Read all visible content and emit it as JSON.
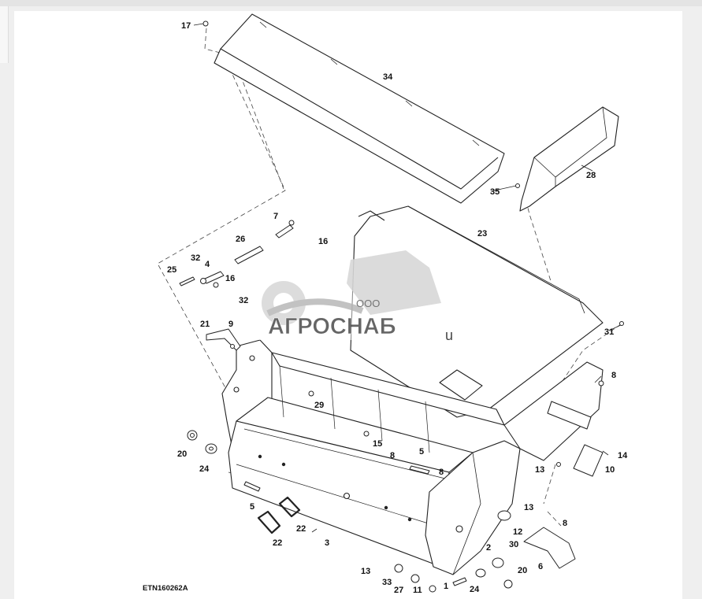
{
  "figure_id": "ETN160262A",
  "watermark": {
    "company_prefix": "ООО",
    "company_name": "АГРОСНАБ",
    "suffix": "u"
  },
  "callouts": [
    {
      "id": "c17a",
      "label": "17"
    },
    {
      "id": "c34",
      "label": "34"
    },
    {
      "id": "c28",
      "label": "28"
    },
    {
      "id": "c35",
      "label": "35"
    },
    {
      "id": "c23",
      "label": "23"
    },
    {
      "id": "c7",
      "label": "7"
    },
    {
      "id": "c26",
      "label": "26"
    },
    {
      "id": "c16a",
      "label": "16"
    },
    {
      "id": "c32a",
      "label": "32"
    },
    {
      "id": "c4",
      "label": "4"
    },
    {
      "id": "c25",
      "label": "25"
    },
    {
      "id": "c16b",
      "label": "16"
    },
    {
      "id": "c32b",
      "label": "32"
    },
    {
      "id": "c21",
      "label": "21"
    },
    {
      "id": "c9",
      "label": "9"
    },
    {
      "id": "c31",
      "label": "31"
    },
    {
      "id": "c8a",
      "label": "8"
    },
    {
      "id": "c29",
      "label": "29"
    },
    {
      "id": "c15",
      "label": "15"
    },
    {
      "id": "c20a",
      "label": "20"
    },
    {
      "id": "c24a",
      "label": "24"
    },
    {
      "id": "c8b",
      "label": "8"
    },
    {
      "id": "c5a",
      "label": "5"
    },
    {
      "id": "c8c",
      "label": "8"
    },
    {
      "id": "c14",
      "label": "14"
    },
    {
      "id": "c10",
      "label": "10"
    },
    {
      "id": "c13a",
      "label": "13"
    },
    {
      "id": "c5b",
      "label": "5"
    },
    {
      "id": "c13b",
      "label": "13"
    },
    {
      "id": "c22a",
      "label": "22"
    },
    {
      "id": "c22b",
      "label": "22"
    },
    {
      "id": "c3",
      "label": "3"
    },
    {
      "id": "c12",
      "label": "12"
    },
    {
      "id": "c8d",
      "label": "8"
    },
    {
      "id": "c2",
      "label": "2"
    },
    {
      "id": "c30",
      "label": "30"
    },
    {
      "id": "c6",
      "label": "6"
    },
    {
      "id": "c13c",
      "label": "13"
    },
    {
      "id": "c20b",
      "label": "20"
    },
    {
      "id": "c33",
      "label": "33"
    },
    {
      "id": "c27",
      "label": "27"
    },
    {
      "id": "c11",
      "label": "11"
    },
    {
      "id": "c1",
      "label": "1"
    },
    {
      "id": "c24b",
      "label": "24"
    }
  ]
}
